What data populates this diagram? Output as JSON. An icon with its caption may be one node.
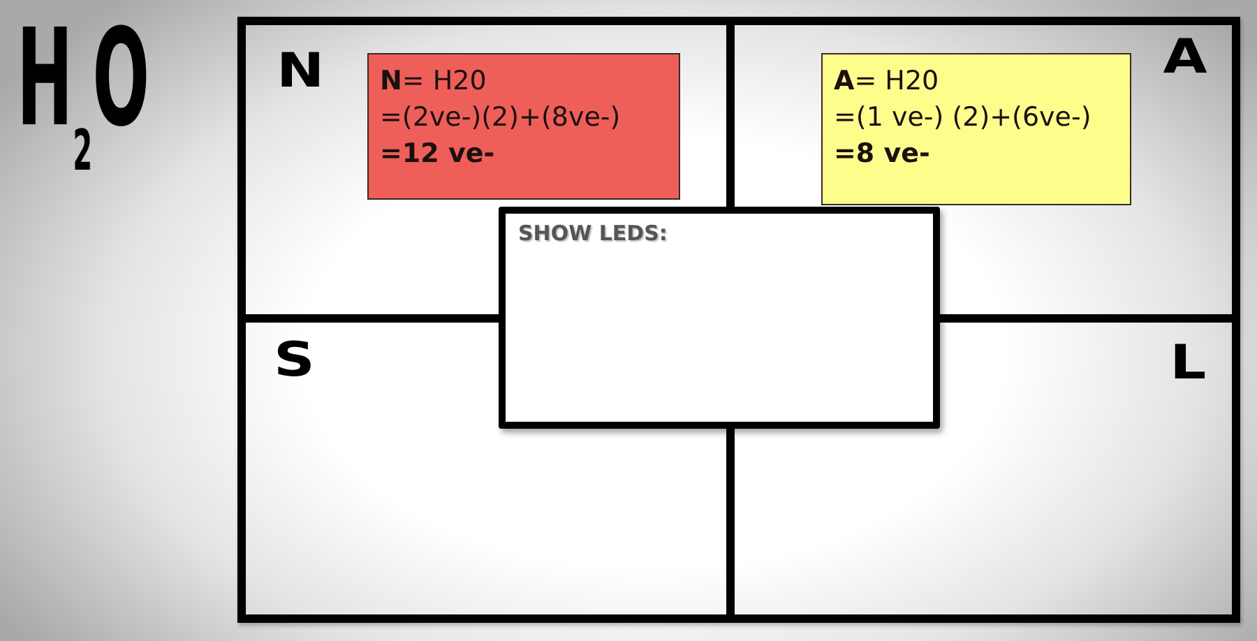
{
  "diagram": {
    "title": "H$_{2}$O",
    "nodes": [
      {
        "text": [
          "N"
        ]
      },
      {
        "text": [
          "**N**= H20",
          "=(2ve-)(2)+(8ve-)",
          "=12 ve-"
        ],
        "in": 0
      },
      {
        "text": [
          "A"
        ]
      },
      {
        "text": [
          "**A**= H20",
          "=(1 ve-) (2)+(6ve-)",
          "=8 ve-"
        ],
        "in": 2
      },
      {
        "text": [
          "SHOW LEDS:"
        ]
      },
      {
        "text": [
          "S"
        ]
      },
      {
        "text": [
          "L"
        ]
      }
    ]
  }
}
